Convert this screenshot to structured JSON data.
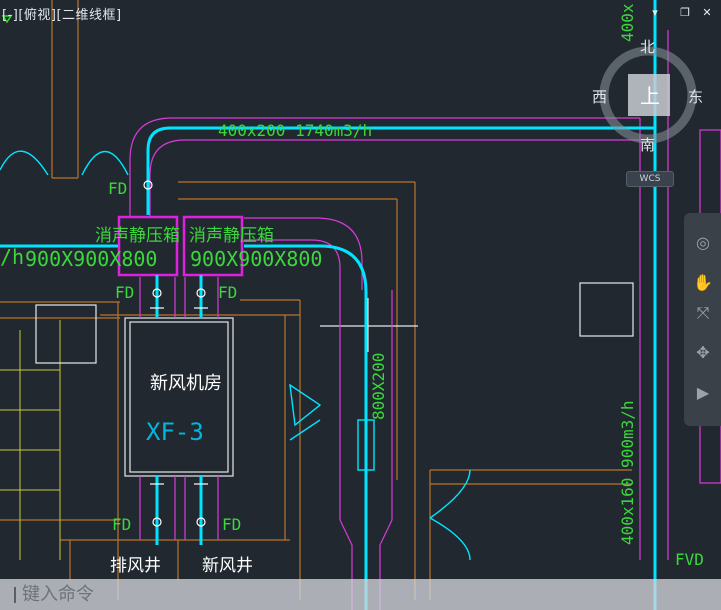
{
  "viewport": {
    "label": "[-][俯视][二维线框]"
  },
  "window_controls": {
    "minimize": "▾",
    "restore": "❐",
    "close": "✕"
  },
  "viewcube": {
    "north": "北",
    "south": "南",
    "east": "东",
    "west": "西",
    "top": "上",
    "wcs": "WCS"
  },
  "drawing": {
    "duct_top": "400x200 1740m3/h",
    "duct_right_vertical": "400x160 900m3/h",
    "duct_left_partial": "/h",
    "duct_mid_vertical": "800X200",
    "silencer_box_label": "消声静压箱",
    "silencer_size": "900X900X800",
    "fd": "FD",
    "fvd": "FVD",
    "vertical_top": "400x",
    "room_name": "新风机房",
    "unit_tag": "XF-3",
    "exhaust_shaft": "排风井",
    "fresh_air_shaft": "新风井"
  },
  "command": {
    "placeholder": "键入命令"
  },
  "colors": {
    "background": "#212830",
    "duct": "#00e5ff",
    "text": "#39d839",
    "magenta": "#e030e0",
    "wall": "#c77a2a"
  }
}
